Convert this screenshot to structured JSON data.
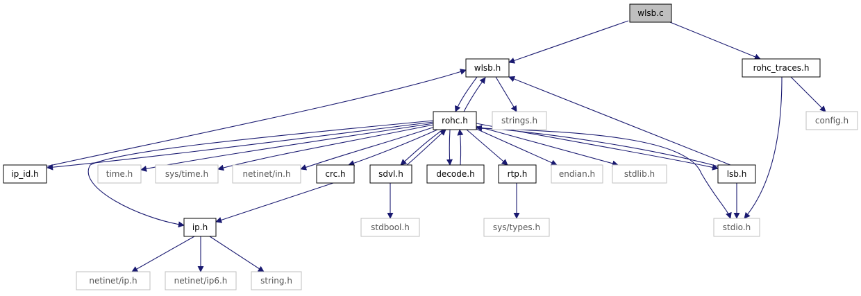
{
  "graph": {
    "colors": {
      "edge": "#191970",
      "root_fill": "#bfbfbf",
      "node_border": "#000000",
      "external_border": "#bfbfbf",
      "external_text": "#555555",
      "node_text": "#000000"
    },
    "nodes": [
      {
        "id": "wlsb_c",
        "label": "wlsb.c",
        "kind": "root"
      },
      {
        "id": "wlsb_h",
        "label": "wlsb.h",
        "kind": "doc"
      },
      {
        "id": "rohc_traces_h",
        "label": "rohc_traces.h",
        "kind": "doc"
      },
      {
        "id": "rohc_h",
        "label": "rohc.h",
        "kind": "doc"
      },
      {
        "id": "strings_h",
        "label": "strings.h",
        "kind": "external"
      },
      {
        "id": "config_h",
        "label": "config.h",
        "kind": "external"
      },
      {
        "id": "ip_id_h",
        "label": "ip_id.h",
        "kind": "doc"
      },
      {
        "id": "time_h",
        "label": "time.h",
        "kind": "external"
      },
      {
        "id": "sys_time_h",
        "label": "sys/time.h",
        "kind": "external"
      },
      {
        "id": "netinet_in_h",
        "label": "netinet/in.h",
        "kind": "external"
      },
      {
        "id": "crc_h",
        "label": "crc.h",
        "kind": "doc"
      },
      {
        "id": "sdvl_h",
        "label": "sdvl.h",
        "kind": "doc"
      },
      {
        "id": "decode_h",
        "label": "decode.h",
        "kind": "doc"
      },
      {
        "id": "rtp_h",
        "label": "rtp.h",
        "kind": "doc"
      },
      {
        "id": "endian_h",
        "label": "endian.h",
        "kind": "external"
      },
      {
        "id": "stdlib_h",
        "label": "stdlib.h",
        "kind": "external"
      },
      {
        "id": "lsb_h",
        "label": "lsb.h",
        "kind": "doc"
      },
      {
        "id": "ip_h",
        "label": "ip.h",
        "kind": "doc"
      },
      {
        "id": "stdbool_h",
        "label": "stdbool.h",
        "kind": "external"
      },
      {
        "id": "sys_types_h",
        "label": "sys/types.h",
        "kind": "external"
      },
      {
        "id": "stdio_h",
        "label": "stdio.h",
        "kind": "external"
      },
      {
        "id": "netinet_ip_h",
        "label": "netinet/ip.h",
        "kind": "external"
      },
      {
        "id": "netinet_ip6_h",
        "label": "netinet/ip6.h",
        "kind": "external"
      },
      {
        "id": "string_h",
        "label": "string.h",
        "kind": "external"
      }
    ],
    "edges": [
      {
        "from": "wlsb_c",
        "to": "wlsb_h"
      },
      {
        "from": "wlsb_c",
        "to": "rohc_traces_h"
      },
      {
        "from": "wlsb_h",
        "to": "rohc_h"
      },
      {
        "from": "wlsb_h",
        "to": "strings_h"
      },
      {
        "from": "rohc_traces_h",
        "to": "config_h"
      },
      {
        "from": "rohc_traces_h",
        "to": "stdio_h"
      },
      {
        "from": "rohc_h",
        "to": "wlsb_h"
      },
      {
        "from": "rohc_h",
        "to": "ip_id_h"
      },
      {
        "from": "rohc_h",
        "to": "time_h"
      },
      {
        "from": "rohc_h",
        "to": "sys_time_h"
      },
      {
        "from": "rohc_h",
        "to": "netinet_in_h"
      },
      {
        "from": "rohc_h",
        "to": "crc_h"
      },
      {
        "from": "rohc_h",
        "to": "sdvl_h"
      },
      {
        "from": "rohc_h",
        "to": "decode_h"
      },
      {
        "from": "rohc_h",
        "to": "rtp_h"
      },
      {
        "from": "rohc_h",
        "to": "endian_h"
      },
      {
        "from": "rohc_h",
        "to": "stdlib_h"
      },
      {
        "from": "rohc_h",
        "to": "lsb_h"
      },
      {
        "from": "rohc_h",
        "to": "stdio_h"
      },
      {
        "from": "rohc_h",
        "to": "ip_h"
      },
      {
        "from": "ip_id_h",
        "to": "wlsb_h"
      },
      {
        "from": "crc_h",
        "to": "ip_h"
      },
      {
        "from": "sdvl_h",
        "to": "rohc_h"
      },
      {
        "from": "sdvl_h",
        "to": "stdbool_h"
      },
      {
        "from": "decode_h",
        "to": "rohc_h"
      },
      {
        "from": "rtp_h",
        "to": "sys_types_h"
      },
      {
        "from": "lsb_h",
        "to": "wlsb_h"
      },
      {
        "from": "lsb_h",
        "to": "rohc_h"
      },
      {
        "from": "lsb_h",
        "to": "stdio_h"
      },
      {
        "from": "ip_h",
        "to": "netinet_ip_h"
      },
      {
        "from": "ip_h",
        "to": "netinet_ip6_h"
      },
      {
        "from": "ip_h",
        "to": "string_h"
      }
    ]
  }
}
